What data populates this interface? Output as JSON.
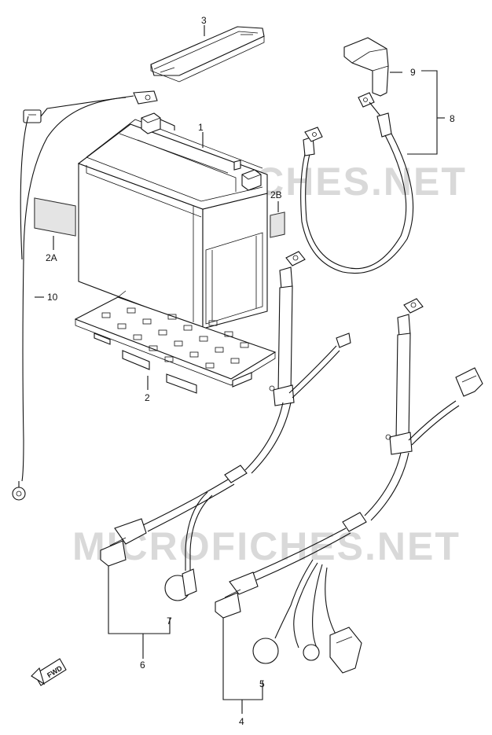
{
  "watermark": "MICROFICHES.NET",
  "fwd_label": "FWD",
  "callouts": [
    {
      "id": "1",
      "text": "1"
    },
    {
      "id": "2",
      "text": "2"
    },
    {
      "id": "2A",
      "text": "2A"
    },
    {
      "id": "2B",
      "text": "2B"
    },
    {
      "id": "3",
      "text": "3"
    },
    {
      "id": "4",
      "text": "4"
    },
    {
      "id": "5",
      "text": "5"
    },
    {
      "id": "6",
      "text": "6"
    },
    {
      "id": "7",
      "text": "7"
    },
    {
      "id": "8",
      "text": "8"
    },
    {
      "id": "9",
      "text": "9"
    },
    {
      "id": "10",
      "text": "10"
    }
  ]
}
